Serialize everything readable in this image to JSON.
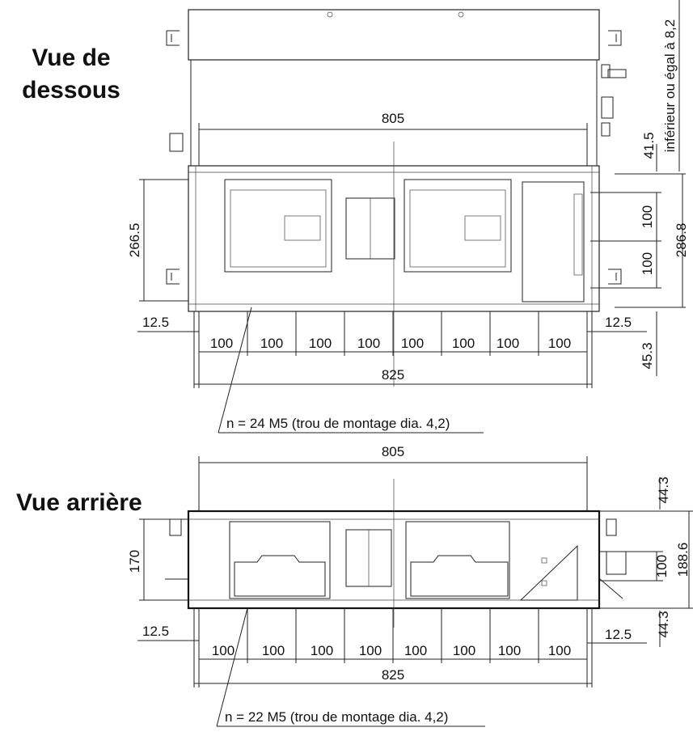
{
  "views": {
    "bottom": {
      "title": "Vue de\ndessous",
      "dim_width_top": "805",
      "dim_width_total": "825",
      "dim_height": "266.5",
      "dim_edge_left": "12.5",
      "dim_edge_right": "12.5",
      "pitch_labels": [
        "100",
        "100",
        "100",
        "100",
        "100",
        "100",
        "100",
        "100"
      ],
      "dim_right_a": "100",
      "dim_right_b": "100",
      "dim_right_total": "286.8",
      "dim_top_offset": "41.5",
      "dim_bottom_offset": "45.3",
      "dim_note_vertical": "inférieur ou égal à 8,2",
      "hole_note": "n = 24 M5 (trou de montage dia. 4,2)"
    },
    "rear": {
      "title": "Vue arrière",
      "dim_width_top": "805",
      "dim_width_total": "825",
      "dim_height": "170",
      "dim_edge_left": "12.5",
      "dim_edge_right": "12.5",
      "pitch_labels": [
        "100",
        "100",
        "100",
        "100",
        "100",
        "100",
        "100",
        "100"
      ],
      "dim_right_a": "100",
      "dim_right_total": "188.6",
      "dim_top_offset": "44.3",
      "dim_bottom_offset": "44.3",
      "hole_note": "n = 22 M5 (trou de montage dia. 4,2)"
    }
  }
}
